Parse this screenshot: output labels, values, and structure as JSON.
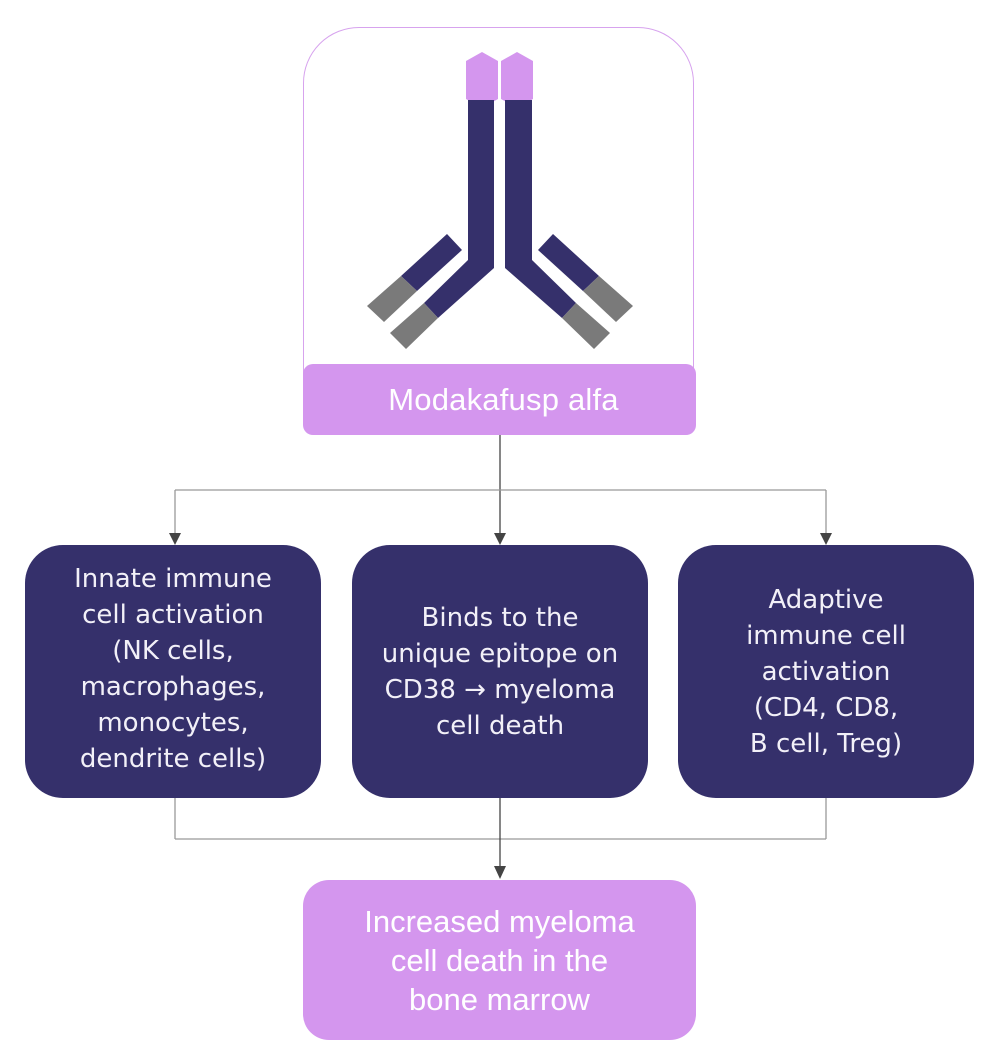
{
  "diagram": {
    "drug": {
      "label": "Modakafusp alfa",
      "icon": "antibody-icon"
    },
    "mechanisms": [
      {
        "id": "innate",
        "text": "Innate immune\ncell activation\n(NK cells,\nmacrophages,\nmonocytes,\ndendrite cells)"
      },
      {
        "id": "binds",
        "text": "Binds to the\nunique epitope on\nCD38 → myeloma\ncell death"
      },
      {
        "id": "adaptive",
        "text": "Adaptive\nimmune cell\nactivation\n(CD4, CD8,\nB cell, Treg)"
      }
    ],
    "outcome": {
      "text": "Increased myeloma\ncell death in the\nbone marrow"
    },
    "colors": {
      "accent_purple": "#d496ee",
      "dark_navy": "#35306b",
      "antibody_constant": "#7a7a7a",
      "connector": "#444444"
    }
  }
}
